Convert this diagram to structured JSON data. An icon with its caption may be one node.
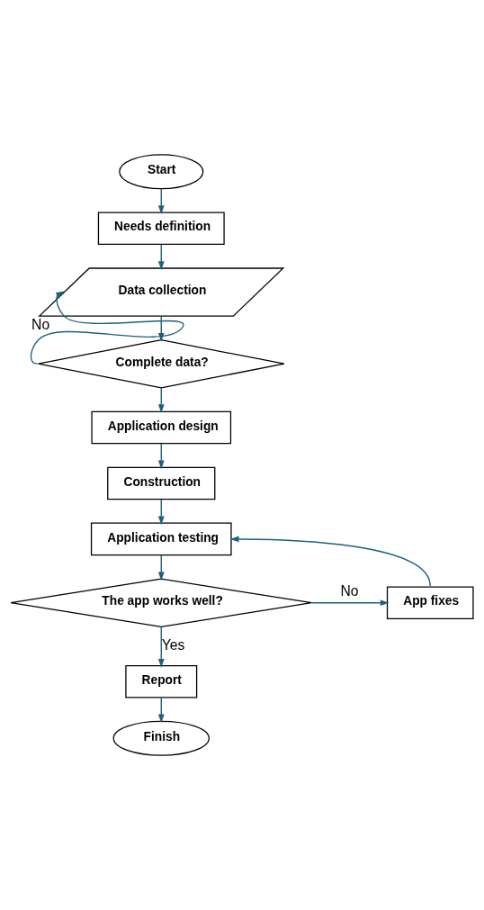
{
  "diagram": {
    "nodes": [
      {
        "text": [
          "Start"
        ]
      },
      {
        "text": [
          "Needs definition"
        ]
      },
      {
        "text": [
          "Data collection"
        ]
      },
      {
        "text": [
          "Complete data?"
        ]
      },
      {
        "text": [
          "Application design"
        ]
      },
      {
        "text": [
          "Construction"
        ]
      },
      {
        "text": [
          "Application testing"
        ]
      },
      {
        "text": [
          "The app works well?"
        ]
      },
      {
        "text": [
          "App fixes"
        ]
      },
      {
        "text": [
          "Report"
        ]
      },
      {
        "text": [
          "Finish"
        ]
      }
    ],
    "edges": [
      {
        "from": 0,
        "to": 1,
        "arrow": "to"
      },
      {
        "from": 1,
        "to": 2,
        "arrow": "to"
      },
      {
        "from": 2,
        "to": 3,
        "arrow": "to"
      },
      {
        "from": 3,
        "to": 2,
        "arrow": "to",
        "label": "No"
      },
      {
        "from": 3,
        "to": 4,
        "arrow": "to"
      },
      {
        "from": 4,
        "to": 5,
        "arrow": "to"
      },
      {
        "from": 5,
        "to": 6,
        "arrow": "to"
      },
      {
        "from": 6,
        "to": 7,
        "arrow": "to"
      },
      {
        "from": 7,
        "to": 8,
        "arrow": "to",
        "label": "No"
      },
      {
        "from": 8,
        "to": 6,
        "arrow": "to"
      },
      {
        "from": 7,
        "to": 9,
        "arrow": "to",
        "label": "Yes"
      },
      {
        "from": 9,
        "to": 10,
        "arrow": "to"
      }
    ]
  }
}
